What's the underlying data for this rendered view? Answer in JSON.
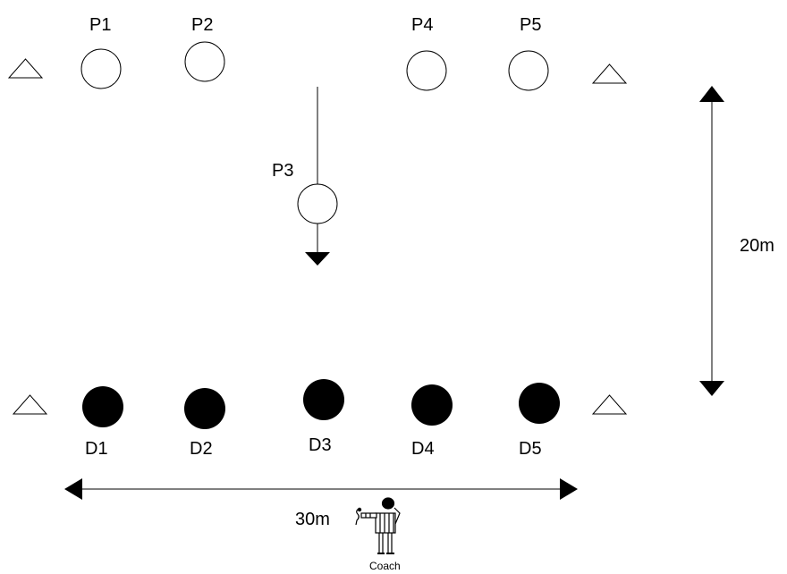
{
  "attackers": [
    {
      "id": "p1",
      "label": "P1"
    },
    {
      "id": "p2",
      "label": "P2"
    },
    {
      "id": "p3",
      "label": "P3"
    },
    {
      "id": "p4",
      "label": "P4"
    },
    {
      "id": "p5",
      "label": "P5"
    }
  ],
  "defenders": [
    {
      "id": "d1",
      "label": "D1"
    },
    {
      "id": "d2",
      "label": "D2"
    },
    {
      "id": "d3",
      "label": "D3"
    },
    {
      "id": "d4",
      "label": "D4"
    },
    {
      "id": "d5",
      "label": "D5"
    }
  ],
  "dimensions": {
    "length_label": "20m",
    "width_label": "30m"
  },
  "coach": {
    "label": "Coach"
  },
  "colors": {
    "attacker_fill": "#ffffff",
    "defender_fill": "#000000",
    "line": "#000000"
  }
}
